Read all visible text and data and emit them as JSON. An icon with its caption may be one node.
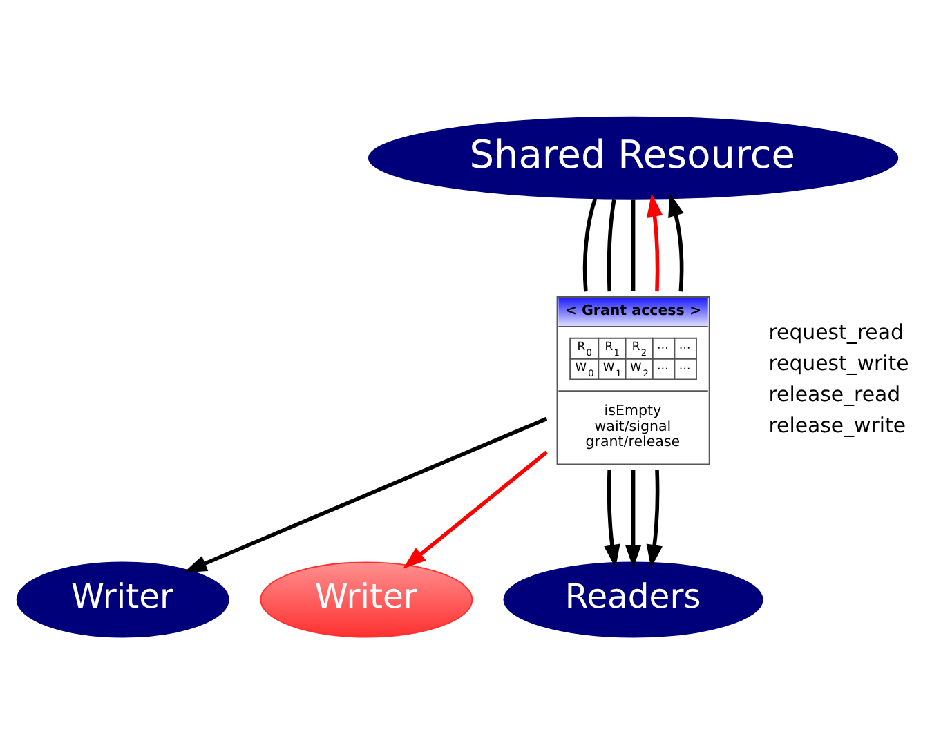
{
  "diagram": {
    "nodes": [
      {
        "text": [
          "Shared Resource"
        ]
      },
      {
        "text": [
          "< Grant access >",
          "R$_{0}$",
          "R$_{1}$",
          "R$_{2}$",
          "⋯",
          "⋯",
          "W$_{0}$",
          "W$_{1}$",
          "W$_{2}$",
          "⋯",
          "⋯",
          "isEmpty wait/signal grant/release"
        ]
      },
      {
        "text": [
          "Writer"
        ]
      },
      {
        "text": [
          "Writer"
        ]
      },
      {
        "text": [
          "Readers"
        ]
      }
    ],
    "edges": [
      {
        "from": 1,
        "to": 0,
        "arrow": "none"
      },
      {
        "from": 1,
        "to": 0,
        "arrow": "none"
      },
      {
        "from": 1,
        "to": 0,
        "arrow": "none"
      },
      {
        "from": 1,
        "to": 0,
        "arrow": "to",
        "color": "#ff0000"
      },
      {
        "from": 1,
        "to": 0,
        "arrow": "to"
      },
      {
        "from": 1,
        "to": 4,
        "arrow": "to"
      },
      {
        "from": 1,
        "to": 4,
        "arrow": "to"
      },
      {
        "from": 1,
        "to": 4,
        "arrow": "to"
      },
      {
        "from": 1,
        "to": 3,
        "arrow": "to",
        "color": "#ff0000"
      },
      {
        "from": 1,
        "to": 2,
        "arrow": "to"
      }
    ],
    "labels": [
      "request_read",
      "request_write",
      "release_read",
      "release_write"
    ]
  }
}
